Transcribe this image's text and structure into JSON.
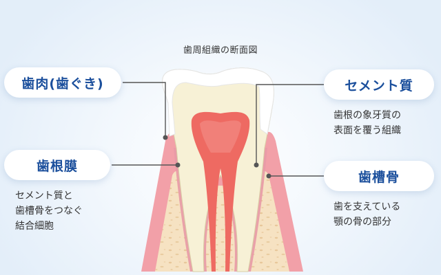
{
  "title": "歯周組織の断面図",
  "labels": {
    "gum": {
      "name": "歯肉(歯ぐき)"
    },
    "ligament": {
      "name": "歯根膜",
      "desc": [
        "セメント質と",
        "歯槽骨をつなぐ",
        "結合細胞"
      ]
    },
    "cementum": {
      "name": "セメント質",
      "desc": [
        "歯根の象牙質の",
        "表面を覆う組織"
      ]
    },
    "bone": {
      "name": "歯槽骨",
      "desc": [
        "歯を支えている",
        "顎の骨の部分"
      ]
    }
  },
  "colors": {
    "label_text": "#1b4f9c",
    "gum": "#f2a0a8",
    "bone": "#f6e2c2",
    "dentin": "#f7f1d6",
    "enamel": "#ffffff",
    "pulp": "#ee6a62",
    "leader_line": "#555555"
  }
}
